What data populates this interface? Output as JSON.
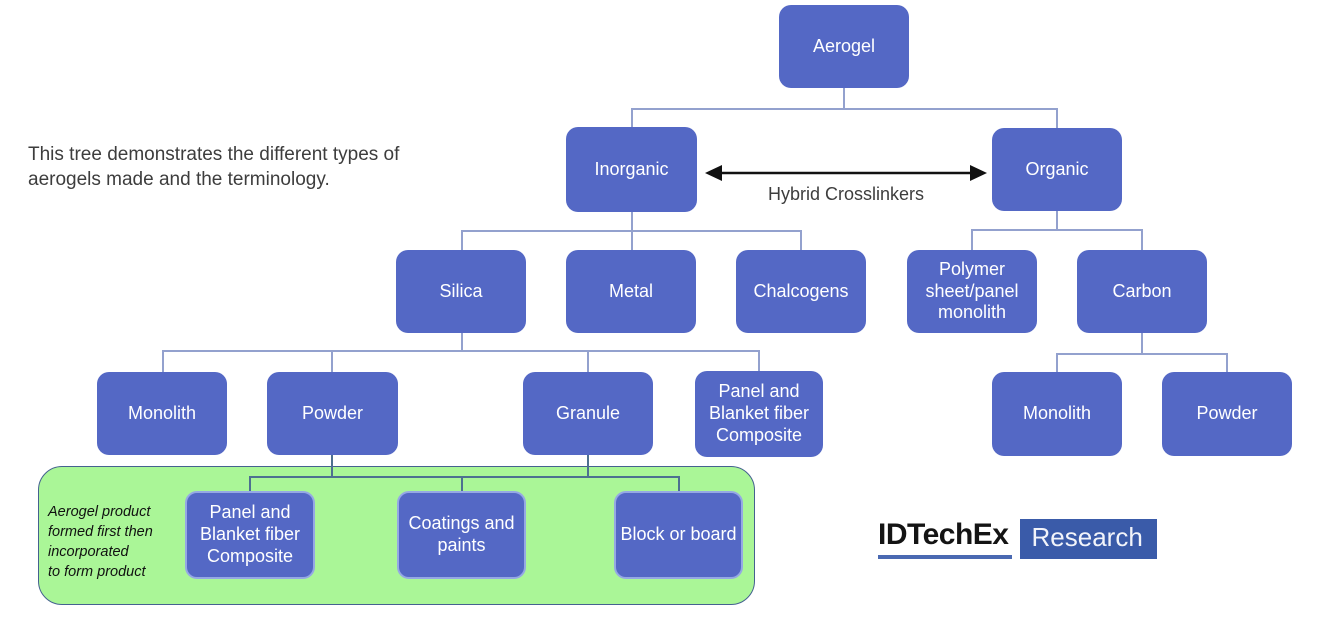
{
  "description": "This tree demonstrates the different types of\naerogels made and the terminology.",
  "arrow_label": "Hybrid Crosslinkers",
  "nodes": {
    "aerogel": "Aerogel",
    "inorganic": "Inorganic",
    "organic": "Organic",
    "silica": "Silica",
    "metal": "Metal",
    "chalcogens": "Chalcogens",
    "polymer": "Polymer sheet/panel monolith",
    "carbon": "Carbon",
    "monolith_silica": "Monolith",
    "powder_silica": "Powder",
    "granule": "Granule",
    "panel_blanket": "Panel and Blanket fiber Composite",
    "monolith_carbon": "Monolith",
    "powder_carbon": "Powder",
    "panel_blanket_product": "Panel and Blanket fiber Composite",
    "coatings": "Coatings and paints",
    "block": "Block or board"
  },
  "green_box": {
    "note": "Aerogel product\nformed first then\nincorporated\nto form product"
  },
  "logo": {
    "brand": "IDTechEx",
    "division": "Research"
  },
  "colors": {
    "node_blue": "#5468c5",
    "inner_node_border": "#95a8e4",
    "connector": "#93a1ce",
    "connector_dark": "#4d7090",
    "green_fill": "#aaf697",
    "green_border": "#44618f",
    "logo_blue": "#3a5ba9",
    "arrow_black": "#111111",
    "text_gray": "#3d3d3d"
  }
}
